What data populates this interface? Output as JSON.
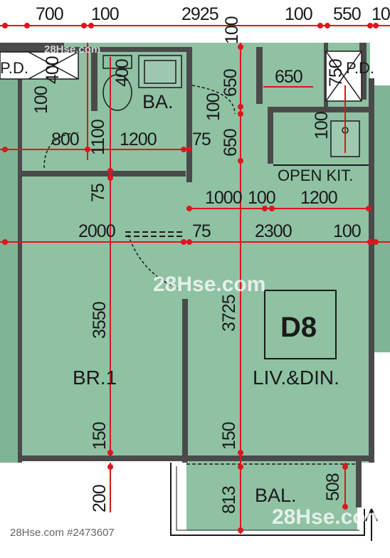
{
  "unit_code": "D8",
  "rooms": {
    "bathroom": "BA.",
    "bedroom": "BR.1",
    "living_dining": "LIV.&DIN.",
    "open_kitchen": "OPEN KIT.",
    "balcony": "BAL.",
    "pipe_duct_left": "P.D.",
    "pipe_duct_right": "P.D."
  },
  "dimensions": {
    "top_700": "700",
    "top_100a": "100",
    "top_2925": "2925",
    "top_100b": "100",
    "top_550": "550",
    "top_10": "10",
    "ba_400a": "400",
    "ba_400b": "400",
    "ba_100": "100",
    "ba_1100": "1100",
    "row_800": "800",
    "row_1200": "1200",
    "row_75a": "75",
    "kit_650": "650",
    "v_650a": "650",
    "v_100": "100",
    "v_650b": "650",
    "v_100top": "100",
    "pd_750": "750",
    "kit_100": "100",
    "br_75": "75",
    "mid_1000": "1000",
    "mid_100": "100",
    "mid_1200": "1200",
    "w_2000": "2000",
    "w_75": "75",
    "w_2300": "2300",
    "w_100": "100",
    "br_3550": "3550",
    "liv_3725": "3725",
    "br_150": "150",
    "liv_150": "150",
    "bal_200": "200",
    "bal_813": "813",
    "bal_508": "508"
  },
  "watermarks": {
    "wm1": "28Hse.com",
    "wm2": "28Hse.com",
    "wm3": "28Hse.com"
  },
  "credit": "28Hse.com #2473607",
  "colors": {
    "floor": "#8fc1a3",
    "wall": "#4a4a4a",
    "dim_line": "#e0141e",
    "text": "#1a1a1a"
  }
}
